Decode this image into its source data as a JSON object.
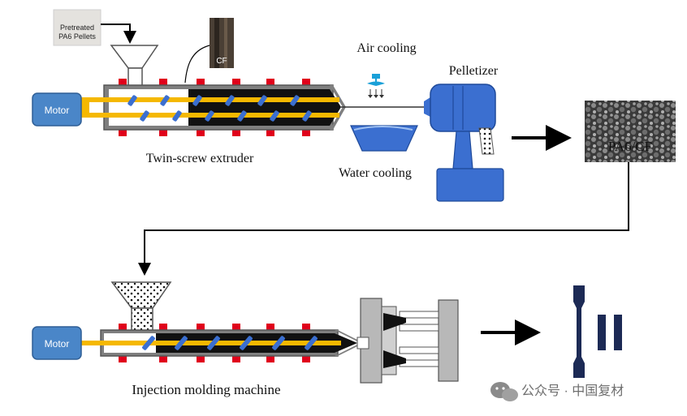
{
  "labels": {
    "pretreated_line1": "Pretreated",
    "pretreated_line2": "PA6 Pellets",
    "cf": "CF",
    "motor_top": "Motor",
    "motor_bottom": "Motor",
    "air_cooling": "Air cooling",
    "pelletizer": "Pelletizer",
    "twin_screw": "Twin-screw extruder",
    "water_cooling": "Water cooling",
    "product": "PA6/CF",
    "injection": "Injection molding machine"
  },
  "watermark": {
    "text": "公众号 · 中国复材"
  },
  "colors": {
    "motor_fill": "#4a86c8",
    "pelletizer_fill": "#3b6fd0",
    "screw_shaft": "#f5b800",
    "screw_flight": "#3b6fd0",
    "heater": "#e0001b",
    "barrel": "#7f7f7f",
    "melt": "#111111"
  },
  "icons": {
    "air_nozzle": "air-nozzle-icon",
    "watermark_logo": "wechat-icon"
  }
}
